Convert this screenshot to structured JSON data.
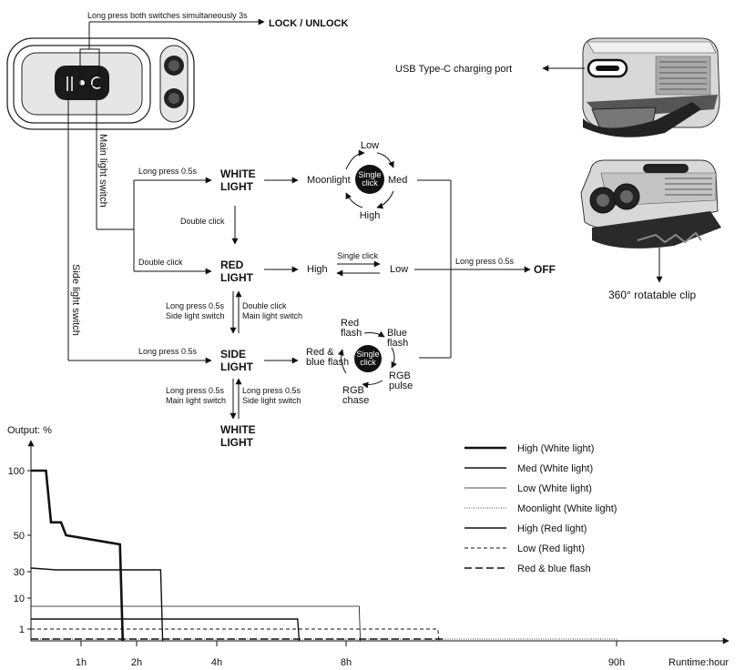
{
  "top": {
    "lock_instruction": "Long press both switches simultaneously 3s",
    "lock_unlock": "LOCK / UNLOCK",
    "main_switch_label": "Main light switch",
    "side_switch_label": "Side light switch",
    "usb_label": "USB Type-C charging port",
    "clip_label": "360° rotatable clip"
  },
  "flow": {
    "white_light": [
      "WHITE",
      "LIGHT"
    ],
    "red_light": [
      "RED",
      "LIGHT"
    ],
    "side_light": [
      "SIDE",
      "LIGHT"
    ],
    "white_light_bottom": [
      "WHITE",
      "LIGHT"
    ],
    "long_press_05s": "Long press 0.5s",
    "double_click": "Double click",
    "double_click_red": "Double click",
    "long_press_05s_side": "Long press 0.5s",
    "off_long_press": "Long press 0.5s",
    "off": "OFF",
    "red_to_side": [
      "Long press 0.5s",
      "Side light switch"
    ],
    "side_to_red": [
      "Double click",
      "Main light switch"
    ],
    "side_to_white": [
      "Long press 0.5s",
      "Main light switch"
    ],
    "white_to_side": [
      "Long press 0.5s",
      "Side light switch"
    ],
    "white_cycle": {
      "low": "Low",
      "med": "Med",
      "high": "High",
      "moonlight": "Moonlight",
      "center": [
        "Single",
        "click"
      ]
    },
    "red_cycle": {
      "high": "High",
      "low": "Low",
      "single_click": "Single click"
    },
    "side_cycle": {
      "red_flash": [
        "Red",
        "flash"
      ],
      "blue_flash": [
        "Blue",
        "flash"
      ],
      "rgb_pulse": [
        "RGB",
        "pulse"
      ],
      "rgb_chase": [
        "RGB",
        "chase"
      ],
      "red_blue_flash": [
        "Red &",
        "blue flash"
      ],
      "center": [
        "Single",
        "click"
      ]
    }
  },
  "chart_data": {
    "type": "line",
    "ylabel": "Output: %",
    "xlabel": "Runtime:hour",
    "y_ticks": [
      "100",
      "50",
      "30",
      "10",
      "1"
    ],
    "x_ticks": [
      "1h",
      "2h",
      "4h",
      "8h",
      "90h"
    ],
    "series": [
      {
        "name": "High (White light)",
        "style": "thick-solid",
        "points": [
          [
            0,
            100
          ],
          [
            0.3,
            100
          ],
          [
            0.4,
            60
          ],
          [
            0.6,
            60
          ],
          [
            0.7,
            50
          ],
          [
            1.7,
            45
          ],
          [
            1.75,
            0
          ]
        ]
      },
      {
        "name": "Med (White light)",
        "style": "solid",
        "points": [
          [
            0,
            32
          ],
          [
            0.5,
            31
          ],
          [
            2.6,
            31
          ],
          [
            2.65,
            0
          ]
        ]
      },
      {
        "name": "Low (White light)",
        "style": "thin-solid",
        "points": [
          [
            0,
            5
          ],
          [
            8.6,
            5
          ],
          [
            8.65,
            0
          ]
        ]
      },
      {
        "name": "Moonlight (White light)",
        "style": "dotted",
        "points": [
          [
            0,
            0.3
          ],
          [
            90,
            0.3
          ],
          [
            90.5,
            0
          ]
        ]
      },
      {
        "name": "High (Red light)",
        "style": "solid",
        "points": [
          [
            0,
            2
          ],
          [
            6.5,
            2
          ],
          [
            6.55,
            0
          ]
        ]
      },
      {
        "name": "Low (Red light)",
        "style": "dashed",
        "points": [
          [
            0,
            1
          ],
          [
            12.2,
            1
          ],
          [
            12.25,
            0
          ]
        ]
      },
      {
        "name": "Red & blue flash",
        "style": "long-dashed",
        "points": [
          [
            0,
            0.3
          ],
          [
            12.5,
            0.3
          ],
          [
            12.55,
            0
          ]
        ]
      }
    ]
  }
}
